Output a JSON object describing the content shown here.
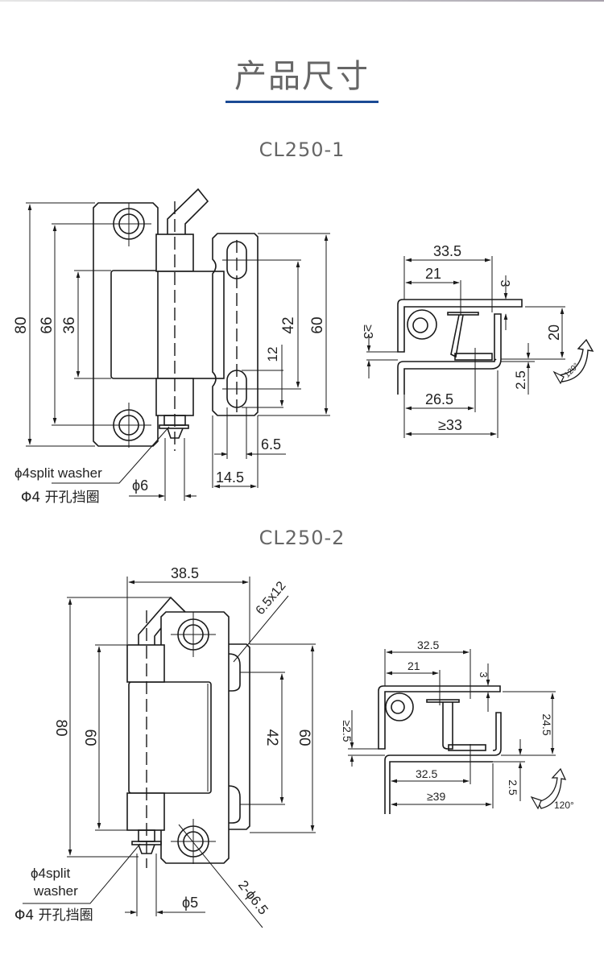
{
  "header": {
    "title": "产品尺寸",
    "accent_color": "#1b4a94"
  },
  "models": [
    {
      "name": "CL250-1",
      "front_view": {
        "dims": {
          "overall_height": "80",
          "hole_spacing_left": "66",
          "body_height": "36",
          "slot_spacing": "42",
          "leaf_height": "60",
          "slot_length": "12",
          "slot_width": "6.5",
          "leaf_width": "14.5",
          "pin_diameter": "ϕ6"
        },
        "washer_label_en": "ϕ4split washer",
        "washer_label_cn": "Φ4 开孔挡圈"
      },
      "side_view": {
        "dims": {
          "width_top": "33.5",
          "pin_offset": "21",
          "thickness_top": "3",
          "gap": "≥3",
          "height": "20",
          "thickness_bottom": "2.5",
          "inner_width": "26.5",
          "min_width": "≥33"
        },
        "rotation": "120°"
      }
    },
    {
      "name": "CL250-2",
      "front_view": {
        "dims": {
          "overall_width": "38.5",
          "slot_size": "6.5x12",
          "overall_height": "80",
          "body_height": "60",
          "slot_spacing": "42",
          "leaf_height": "60",
          "pin_diameter": "ϕ5",
          "holes": "2-ϕ6.5"
        },
        "washer_label_en_line1": "ϕ4split",
        "washer_label_en_line2": "washer",
        "washer_label_cn": "Φ4 开孔挡圈"
      },
      "side_view": {
        "dims": {
          "width_top": "32.5",
          "pin_offset": "21",
          "thickness_top": "3",
          "gap": "≥2.5",
          "height": "24.5",
          "thickness_bottom": "2.5",
          "inner_width": "32.5",
          "min_width": "≥39"
        },
        "rotation": "120°"
      }
    }
  ]
}
